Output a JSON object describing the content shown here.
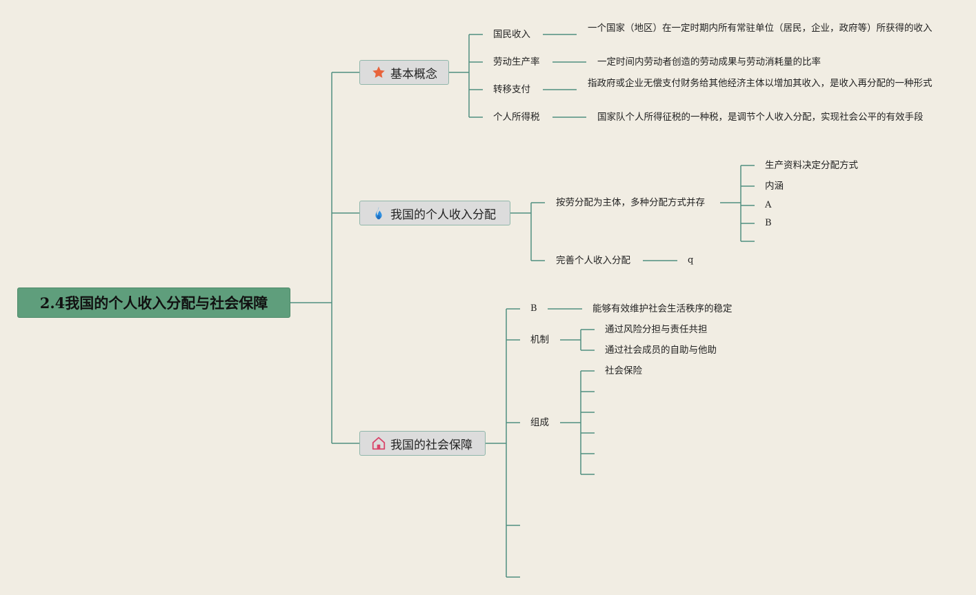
{
  "root": {
    "label": "2.4我国的个人收入分配与社会保障"
  },
  "branches": [
    {
      "label": "基本概念",
      "icon": "star-icon",
      "children": [
        {
          "label": "国民收入",
          "detail": "一个国家（地区）在一定时期内所有常驻单位（居民，企业，政府等）所获得的收入"
        },
        {
          "label": "劳动生产率",
          "detail": "一定时间内劳动者创造的劳动成果与劳动消耗量的比率"
        },
        {
          "label": "转移支付",
          "detail": "指政府或企业无偿支付财务给其他经济主体以增加其收入，是收入再分配的一种形式"
        },
        {
          "label": "个人所得税",
          "detail": "国家队个人所得征税的一种税，是调节个人收入分配，实现社会公平的有效手段"
        }
      ]
    },
    {
      "label": "我国的个人收入分配",
      "icon": "flame-icon",
      "children": [
        {
          "label": "按劳分配为主体，多种分配方式并存",
          "items": [
            "生产资料决定分配方式",
            "内涵",
            "A",
            "B",
            ""
          ]
        },
        {
          "label": "完善个人收入分配",
          "items": [
            "q"
          ]
        }
      ]
    },
    {
      "label": "我国的社会保障",
      "icon": "home-icon",
      "children": [
        {
          "label": "B",
          "items": [
            "能够有效维护社会生活秩序的稳定"
          ]
        },
        {
          "label": "机制",
          "items": [
            "通过风险分担与责任共担",
            "通过社会成员的自助与他助"
          ]
        },
        {
          "label": "组成",
          "items": [
            "社会保险",
            "",
            "",
            "",
            "",
            ""
          ]
        },
        {
          "label": "",
          "items": []
        },
        {
          "label": "",
          "items": []
        }
      ]
    }
  ],
  "colors": {
    "background": "#f1ede3",
    "root_fill": "#5f9e7c",
    "branch_fill": "#dcdcdc",
    "connector": "#4f8f7f",
    "star": "#e8643c",
    "flame": "#2f8fe0",
    "home": "#d9456a"
  }
}
